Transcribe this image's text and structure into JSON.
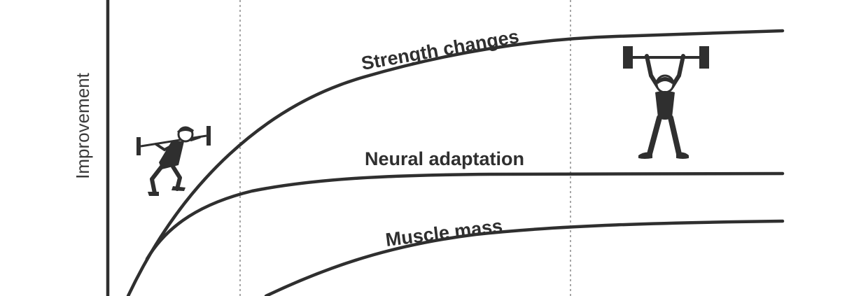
{
  "chart_data": {
    "type": "line",
    "ylabel": "Improvement",
    "xlabel": "",
    "series": [
      {
        "name": "Strength changes",
        "shape": "saturating",
        "plateau_relative": 0.94
      },
      {
        "name": "Neural adaptation",
        "shape": "fast-saturating",
        "plateau_relative": 0.43
      },
      {
        "name": "Muscle mass",
        "shape": "slow-saturating",
        "plateau_relative": 0.27
      }
    ],
    "phase_dividers": 2,
    "grid": false,
    "legend": "none"
  },
  "colors": {
    "curve": "#2f2f2f",
    "divider": "#8a8a8a",
    "text": "#3a3a3a"
  },
  "icons": [
    "squatting-lifter-icon",
    "overhead-lifter-icon"
  ]
}
